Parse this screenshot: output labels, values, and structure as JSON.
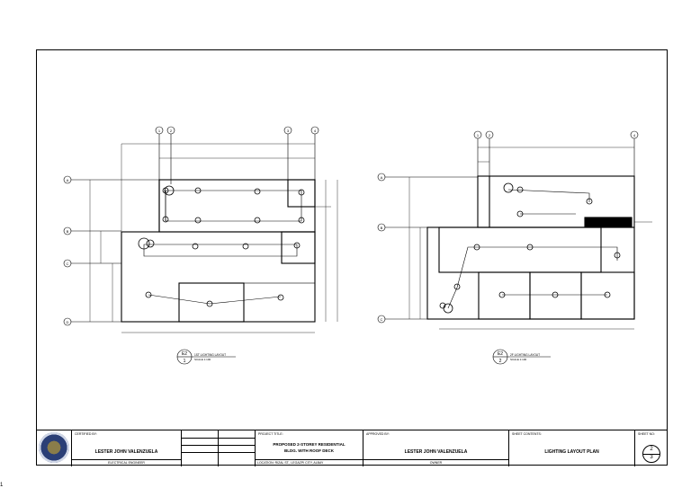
{
  "plans": [
    {
      "id": "plan-left",
      "tag": {
        "num": "E2",
        "sheet": "1"
      },
      "title": "1ST LIGHTING LAYOUT",
      "scale": "SCALE    1:100",
      "grid_columns": [
        "1",
        "2",
        "3",
        "4"
      ],
      "grid_rows": [
        "A",
        "B",
        "C",
        "D"
      ]
    },
    {
      "id": "plan-right",
      "tag": {
        "num": "E2",
        "sheet": "2"
      },
      "title": "2F LIGHTING LAYOUT",
      "scale": "SCALE    1:100",
      "grid_columns": [
        "1",
        "2",
        "4"
      ],
      "grid_rows": [
        "A",
        "B",
        "C"
      ]
    }
  ],
  "title_block": {
    "certified_by_label": "CERTIFIED BY:",
    "engineer_name": "LESTER JOHN VALENZUELA",
    "engineer_role": "ELECTRICAL ENGINEER",
    "project_title_label": "PROJECT TITLE:",
    "project_title_line1": "PROPOSED 2-STOREY RESIDENTIAL",
    "project_title_line2": "BLDG. WITH ROOF DECK",
    "location": "LOCATION: RIZAL ST., LEGAZPI CITY, ALBAY",
    "approved_by_label": "APPROVED BY:",
    "owner_name": "LESTER JOHN VALENZUELA",
    "owner_role": "OWNER",
    "sheet_contents_label": "SHEET CONTENTS:",
    "sheet_contents": "LIGHTING LAYOUT PLAN",
    "sheet_no_label": "SHEET NO:",
    "sheet_no": "2",
    "sheet_total": "3"
  },
  "corner_mark": "1"
}
